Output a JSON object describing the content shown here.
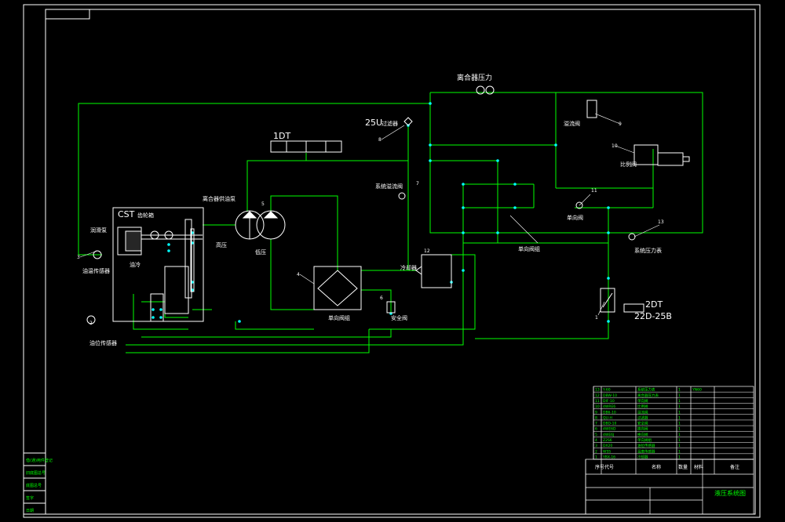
{
  "colors": {
    "background": "#000000",
    "frame": "#ffffff",
    "pipe": "#00ff00",
    "junction": "#00ffff",
    "component": "#ffffff",
    "table_text": "#00ff00"
  },
  "labels": {
    "top_pressure": "离合器压力",
    "filter_25u": "25U",
    "filter_25u_cn": "过滤器",
    "valve_1dt": "1DT",
    "cst": "CST",
    "cst_cn": "齿轮箱",
    "pump_top": "离合器供油泵",
    "high_pressure": "高压",
    "low_pressure": "低压",
    "bridge_valve": "单向阀组",
    "safety_valve": "安全阀",
    "cooler": "冷却器",
    "directional_valve": "单向阀组",
    "system_relief": "系统溢流阀",
    "relief_valve": "溢流阀",
    "proportional": "比例阀",
    "check_valve": "单向阀",
    "system_pressure": "系统压力表",
    "valve_2dt": "2DT",
    "valve_22d": "22D-25B",
    "oil_cooler_left": "油冷",
    "oil_temp": "油温传感器",
    "oil_filter_bottom": "油位传感器",
    "pump_left": "润滑泵",
    "title_block": "液压系统图"
  },
  "callouts": [
    "1",
    "2",
    "3",
    "4",
    "5",
    "6",
    "7",
    "8",
    "9",
    "10",
    "11",
    "12",
    "13"
  ],
  "bom_rows": [
    [
      "13",
      "Y-60",
      "系统压力表",
      "1",
      "YN60"
    ],
    [
      "12",
      "DBW-10",
      "离合器压力表",
      "1",
      ""
    ],
    [
      "11",
      "DIF-10",
      "单向阀",
      "1",
      ""
    ],
    [
      "10",
      "4WRE6",
      "比例阀",
      "1",
      ""
    ],
    [
      "9",
      "DB6-10",
      "溢流阀",
      "1",
      ""
    ],
    [
      "8",
      "QU-H",
      "过滤器",
      "1",
      ""
    ],
    [
      "7",
      "DBD-10",
      "安全阀",
      "1",
      ""
    ],
    [
      "6",
      "4WE6D",
      "换向阀",
      "1",
      ""
    ],
    [
      "5",
      "4WE6J",
      "换向阀",
      "1",
      ""
    ],
    [
      "4",
      "Z2S6",
      "单向阀组",
      "1",
      ""
    ],
    [
      "3",
      "DX20",
      "油位传感器",
      "1",
      ""
    ],
    [
      "2",
      "WSS",
      "温度传感器",
      "1",
      ""
    ],
    [
      "1",
      "YBX-16",
      "冷却器",
      "1",
      ""
    ]
  ],
  "bom_header": [
    "序号",
    "代号",
    "名称",
    "数量",
    "材料",
    "备注"
  ],
  "side_stamp": [
    "借(通)用件登记",
    "旧底图总号",
    "底图总号",
    "签字",
    "日期"
  ]
}
